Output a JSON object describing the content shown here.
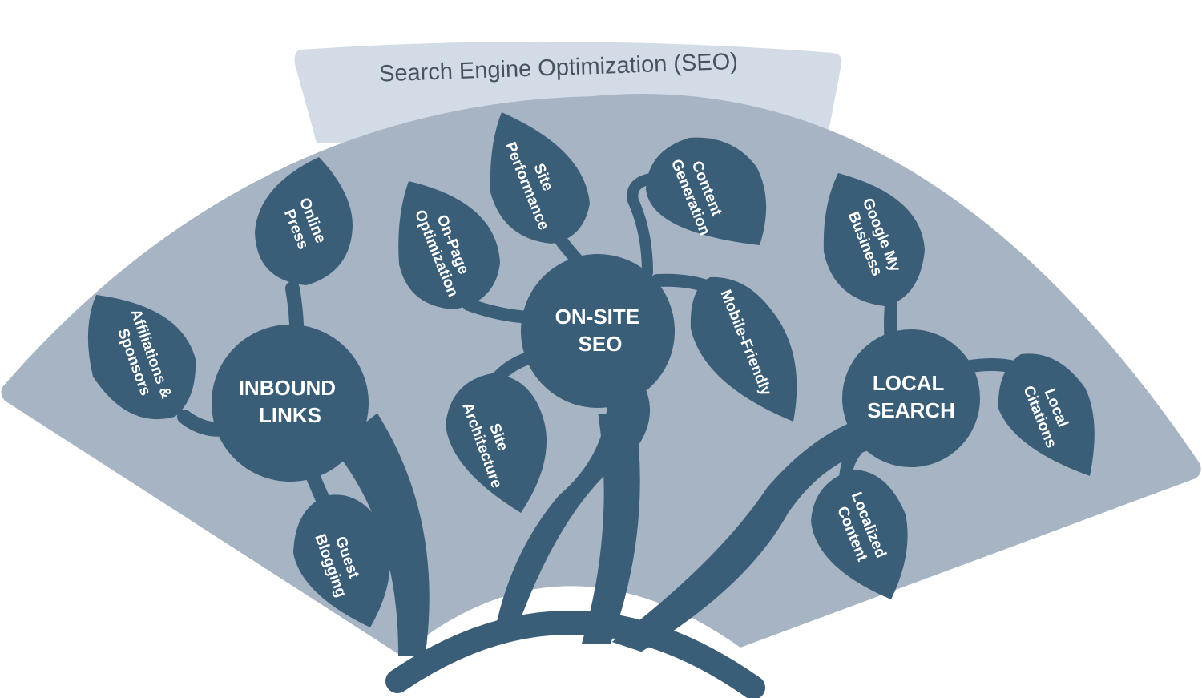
{
  "title": "Search Engine Optimization (SEO)",
  "colors": {
    "banner": "#d3dce6",
    "fan": "#a6b4c4",
    "tree": "#3a5d78",
    "text_light": "#ffffff",
    "text_dark": "#475160"
  },
  "hubs": {
    "inbound": {
      "lines": [
        "INBOUND",
        "LINKS"
      ]
    },
    "onsite": {
      "lines": [
        "ON-SITE",
        "SEO"
      ]
    },
    "local": {
      "lines": [
        "LOCAL",
        "SEARCH"
      ]
    }
  },
  "leaves": {
    "online_press": {
      "lines": [
        "Online",
        "Press"
      ]
    },
    "affiliations": {
      "lines": [
        "Affiliations &",
        "Sponsors"
      ]
    },
    "guest_blogging": {
      "lines": [
        "Guest",
        "Blogging"
      ]
    },
    "onpage": {
      "lines": [
        "On-Page",
        "Optimization"
      ]
    },
    "site_performance": {
      "lines": [
        "Site",
        "Performance"
      ]
    },
    "content_generation": {
      "lines": [
        "Content",
        "Generation"
      ]
    },
    "mobile_friendly": {
      "lines": [
        "Mobile-Friendly"
      ]
    },
    "site_architecture": {
      "lines": [
        "Site",
        "Architecture"
      ]
    },
    "google_business": {
      "lines": [
        "Google My",
        "Business"
      ]
    },
    "local_citations": {
      "lines": [
        "Local",
        "Citations"
      ]
    },
    "localized_content": {
      "lines": [
        "Localized",
        "Content"
      ]
    }
  }
}
